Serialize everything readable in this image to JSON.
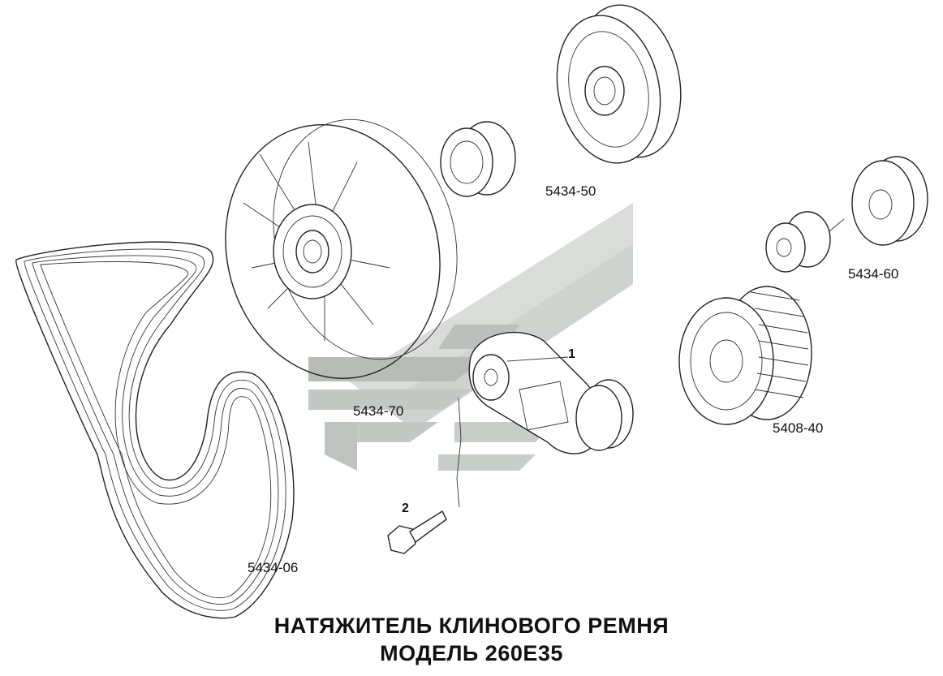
{
  "diagram": {
    "title_line1": "НАТЯЖИТЕЛЬ КЛИНОВОГО РЕМНЯ",
    "title_line2": "МОДЕЛЬ 260Е35",
    "watermark_colors": {
      "light": "#d9dcd9",
      "dark": "#b7bcb7"
    },
    "parts": [
      {
        "id": "belt",
        "label": "5434-06"
      },
      {
        "id": "fan-pulley",
        "label": "5434-70"
      },
      {
        "id": "crank-pulley",
        "label": "5434-50"
      },
      {
        "id": "idler-pulley",
        "label": "5434-60"
      },
      {
        "id": "alternator-pulley",
        "label": "5408-40"
      }
    ],
    "callouts": [
      {
        "id": "tensioner",
        "number": "1"
      },
      {
        "id": "bolt",
        "number": "2"
      }
    ]
  }
}
